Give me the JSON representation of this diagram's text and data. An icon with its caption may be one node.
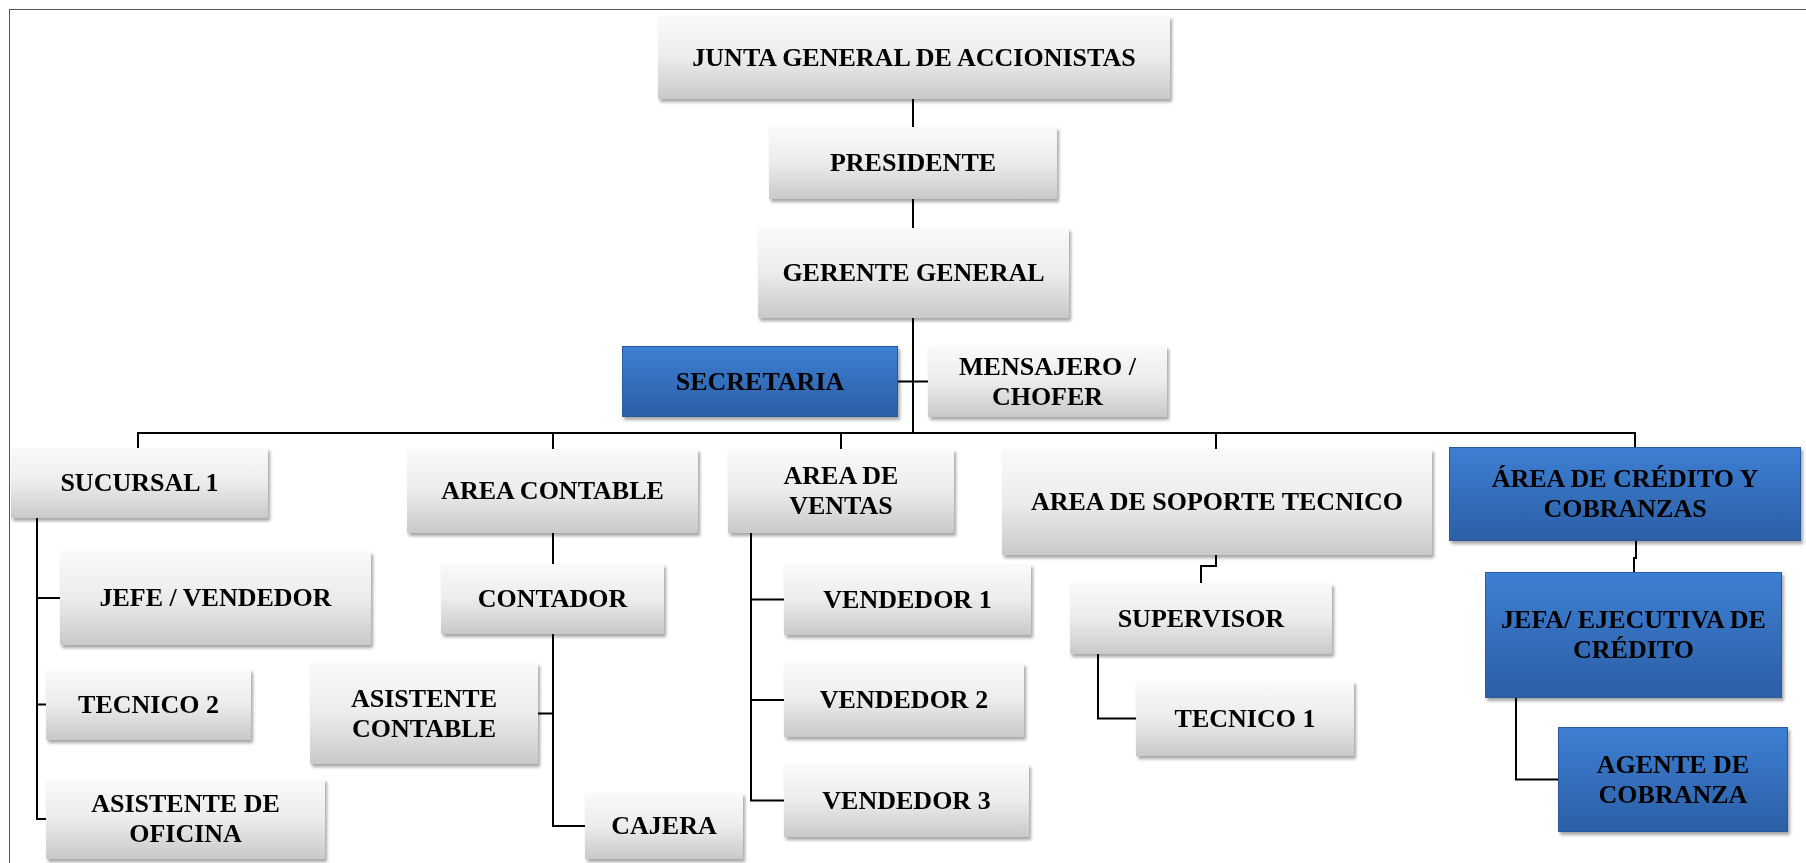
{
  "diagram": {
    "nodes": [
      {
        "text": [
          "JUNTA GENERAL DE ACCIONISTAS"
        ]
      },
      {
        "text": [
          "PRESIDENTE"
        ]
      },
      {
        "text": [
          "GERENTE GENERAL"
        ]
      },
      {
        "text": [
          "SECRETARIA"
        ]
      },
      {
        "text": [
          "MENSAJERO / CHOFER"
        ]
      },
      {
        "text": [
          "SUCURSAL 1"
        ]
      },
      {
        "text": [
          "AREA CONTABLE"
        ]
      },
      {
        "text": [
          "AREA DE VENTAS"
        ]
      },
      {
        "text": [
          "AREA DE SOPORTE TECNICO"
        ]
      },
      {
        "text": [
          "ÁREA DE CRÉDITO Y COBRANZAS"
        ]
      },
      {
        "text": [
          "JEFE / VENDEDOR"
        ]
      },
      {
        "text": [
          "TECNICO 2"
        ]
      },
      {
        "text": [
          "ASISTENTE DE OFICINA"
        ]
      },
      {
        "text": [
          "CONTADOR"
        ]
      },
      {
        "text": [
          "ASISTENTE CONTABLE"
        ]
      },
      {
        "text": [
          "CAJERA"
        ]
      },
      {
        "text": [
          "VENDEDOR 1"
        ]
      },
      {
        "text": [
          "VENDEDOR 2"
        ]
      },
      {
        "text": [
          "VENDEDOR 3"
        ]
      },
      {
        "text": [
          "SUPERVISOR"
        ]
      },
      {
        "text": [
          "TECNICO 1"
        ]
      },
      {
        "text": [
          "JEFA/ EJECUTIVA DE CRÉDITO"
        ]
      },
      {
        "text": [
          "AGENTE DE COBRANZA"
        ]
      }
    ],
    "edges": [
      {
        "from": 0,
        "to": 1,
        "arrow": "none"
      },
      {
        "from": 1,
        "to": 2,
        "arrow": "none"
      },
      {
        "from": 2,
        "to": 3,
        "arrow": "none"
      },
      {
        "from": 2,
        "to": 4,
        "arrow": "none"
      },
      {
        "from": 2,
        "to": 5,
        "arrow": "none"
      },
      {
        "from": 2,
        "to": 6,
        "arrow": "none"
      },
      {
        "from": 2,
        "to": 7,
        "arrow": "none"
      },
      {
        "from": 2,
        "to": 8,
        "arrow": "none"
      },
      {
        "from": 2,
        "to": 9,
        "arrow": "none"
      },
      {
        "from": 5,
        "to": 10,
        "arrow": "none"
      },
      {
        "from": 5,
        "to": 11,
        "arrow": "none"
      },
      {
        "from": 5,
        "to": 12,
        "arrow": "none"
      },
      {
        "from": 6,
        "to": 13,
        "arrow": "none"
      },
      {
        "from": 13,
        "to": 14,
        "arrow": "none"
      },
      {
        "from": 13,
        "to": 15,
        "arrow": "none"
      },
      {
        "from": 7,
        "to": 16,
        "arrow": "none"
      },
      {
        "from": 7,
        "to": 17,
        "arrow": "none"
      },
      {
        "from": 7,
        "to": 18,
        "arrow": "none"
      },
      {
        "from": 8,
        "to": 19,
        "arrow": "none"
      },
      {
        "from": 19,
        "to": 20,
        "arrow": "none"
      },
      {
        "from": 9,
        "to": 21,
        "arrow": "none"
      },
      {
        "from": 21,
        "to": 22,
        "arrow": "none"
      }
    ]
  }
}
